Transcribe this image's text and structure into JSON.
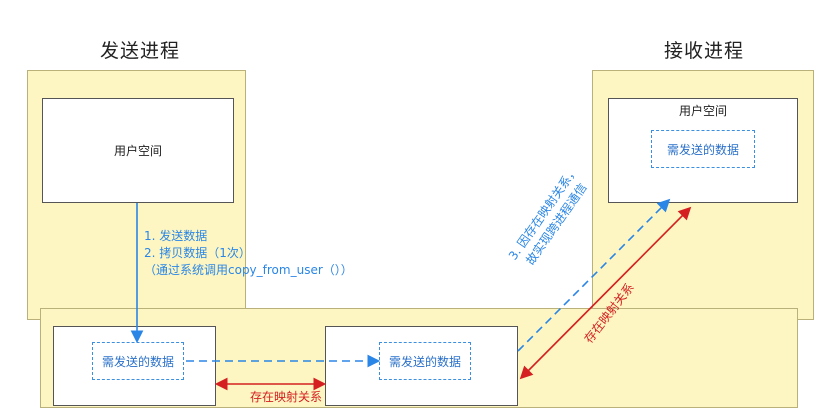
{
  "sender": {
    "title": "发送进程",
    "user_space_label": "用户空间",
    "send_data_label": "需发送的数据"
  },
  "receiver": {
    "title": "接收进程",
    "user_space_label": "用户空间",
    "send_data_label": "需发送的数据"
  },
  "middle": {
    "send_data_label": "需发送的数据"
  },
  "annotations": {
    "step1": "1. 发送数据",
    "step2": "2. 拷贝数据（1次）",
    "step2_detail": "（通过系统调用copy_from_user（））",
    "step3_line1": "3. 因存在映射关系，",
    "step3_line2": "故实现跨进程通信",
    "mapping_diag": "存在映射关系",
    "mapping_bottom": "存在映射关系"
  },
  "colors": {
    "blue": "#2a86e6",
    "red": "#d42020",
    "yellow_bg": "#fdf6c3"
  }
}
